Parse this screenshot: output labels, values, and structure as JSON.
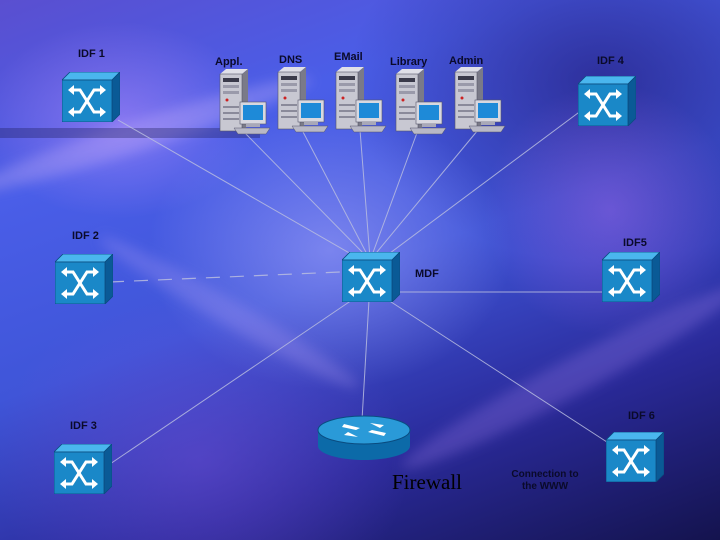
{
  "colors": {
    "device_blue": "#1a88c8",
    "device_face": "#0f78bc",
    "line": "#b9bde0",
    "label": "#0a0a2a"
  },
  "icons": {
    "switch": "switch-x-arrows-icon",
    "server": "server-workstation-icon",
    "router": "router-arrows-icon"
  },
  "nodes": {
    "idf1": {
      "label": "IDF 1"
    },
    "idf2": {
      "label": "IDF 2"
    },
    "idf3": {
      "label": "IDF 3"
    },
    "idf4": {
      "label": "IDF 4"
    },
    "idf5": {
      "label": "IDF5"
    },
    "idf6": {
      "label": "IDF 6"
    },
    "mdf": {
      "label": "MDF"
    }
  },
  "servers": [
    {
      "label": "Appl."
    },
    {
      "label": "DNS"
    },
    {
      "label": "EMail"
    },
    {
      "label": "Library"
    },
    {
      "label": "Admin"
    }
  ],
  "firewall": {
    "label": "Firewall"
  },
  "www": {
    "line1": "Connection to",
    "line2": "the WWW"
  }
}
